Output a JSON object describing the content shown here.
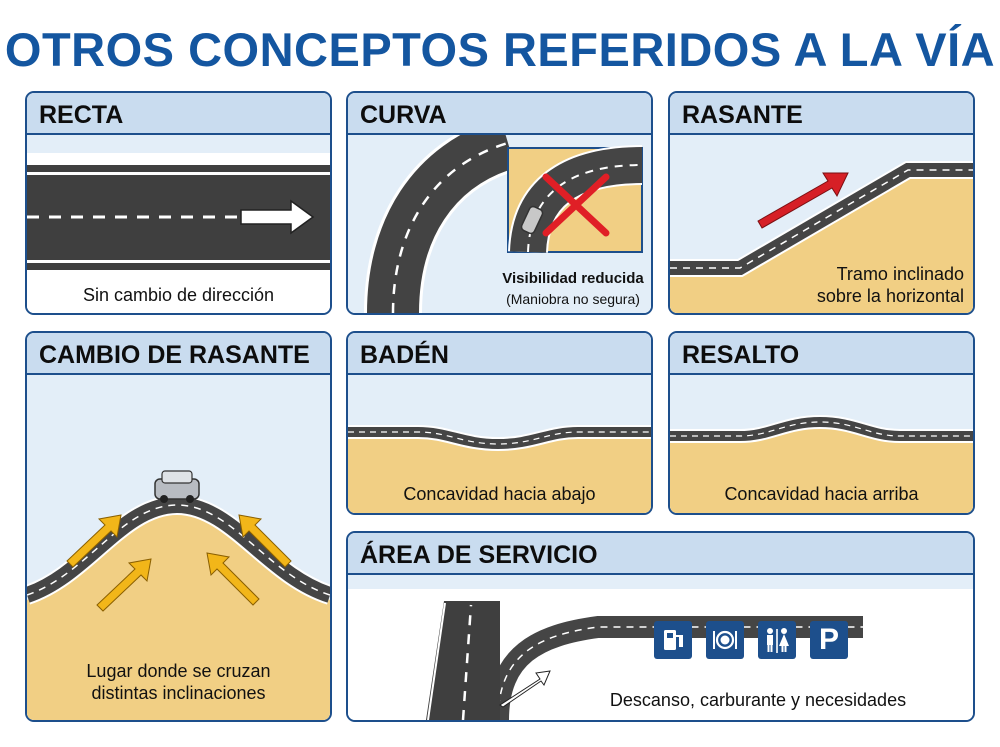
{
  "title": "OTROS CONCEPTOS REFERIDOS A LA VÍA",
  "panels": {
    "recta": {
      "title": "RECTA",
      "caption": "Sin cambio de dirección"
    },
    "curva": {
      "title": "CURVA",
      "caption_line1": "Visibilidad reducida",
      "caption_line2": "(Maniobra no segura)"
    },
    "rasante": {
      "title": "RASANTE",
      "caption_line1": "Tramo inclinado",
      "caption_line2": "sobre la horizontal"
    },
    "cambio_rasante": {
      "title": "CAMBIO DE RASANTE",
      "caption_line1": "Lugar donde se cruzan",
      "caption_line2": "distintas inclinaciones"
    },
    "baden": {
      "title": "BADÉN",
      "caption": "Concavidad hacia abajo"
    },
    "resalto": {
      "title": "RESALTO",
      "caption": "Concavidad hacia arriba"
    },
    "area_servicio": {
      "title": "ÁREA DE SERVICIO",
      "caption": "Descanso, carburante y necesidades",
      "icons": [
        "fuel-pump-icon",
        "restaurant-icon",
        "restroom-icon",
        "parking-icon"
      ],
      "parking_letter": "P"
    }
  },
  "colors": {
    "title_blue": "#1456a0",
    "border_blue": "#1d4f8c",
    "header_bg": "#c9dcef",
    "sky": "#e3eef8",
    "ground": "#f1cf84",
    "road": "#4a4a4a",
    "arrow_red": "#d61f26",
    "arrow_yellow": "#f2b619"
  }
}
